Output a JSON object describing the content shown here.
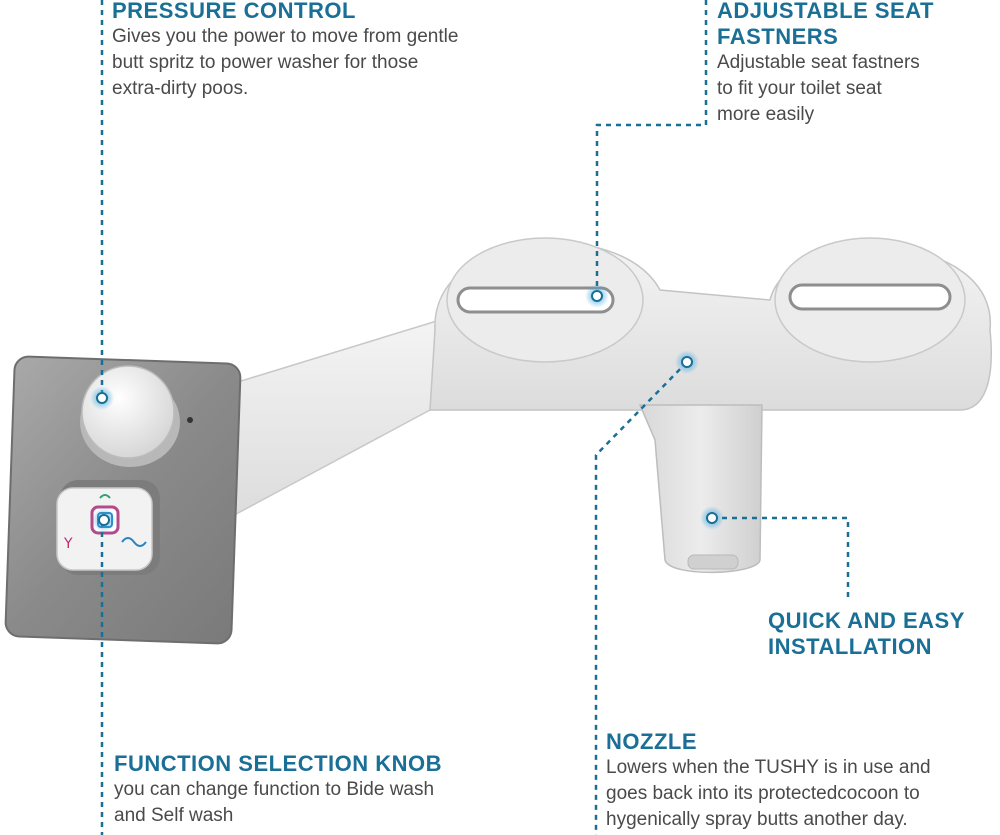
{
  "callouts": {
    "pressure": {
      "title": "PRESSURE CONTROL",
      "desc": "Gives you the power to move from gentle\nbutt spritz to power washer for those\nextra-dirty poos."
    },
    "seat": {
      "title": "ADJUSTABLE SEAT\nFASTNERS",
      "desc": "Adjustable seat fastners\nto fit your toilet seat\nmore easily"
    },
    "install": {
      "title": "QUICK AND EASY\nINSTALLATION"
    },
    "function": {
      "title": "FUNCTION SELECTION KNOB",
      "desc": "you can change function to Bide wash\nand Self wash"
    },
    "nozzle": {
      "title": "NOZZLE",
      "desc": "Lowers when the TUSHY is in use and\ngoes back into its protectedcocoon to\nhygenically spray butts another day."
    }
  },
  "colors": {
    "accent": "#1a6f96",
    "text": "#4a4a4a",
    "marker_glow": "#3aa8e0"
  }
}
